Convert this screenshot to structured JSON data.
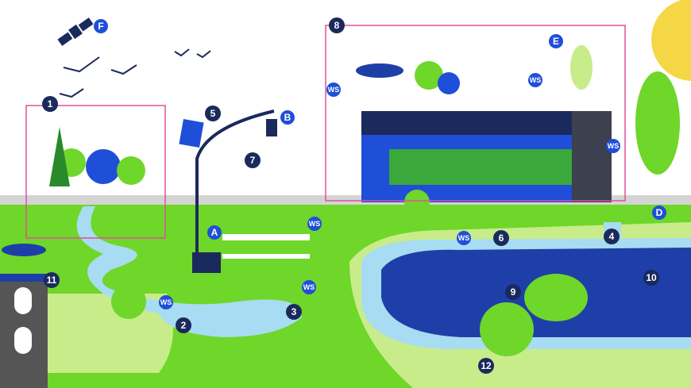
{
  "colors": {
    "navy": "#1b2a5c",
    "blue": "#1f4fd8",
    "grass": "#6fd62a",
    "light_grass": "#c8ec8a",
    "water": "#1e3fa8",
    "light_water": "#a8dcf2",
    "pink_frame": "#e0509a",
    "sun": "#f5d645",
    "gray": "#cfcfcf"
  },
  "numbered_markers": [
    "1",
    "2",
    "3",
    "4",
    "5",
    "6",
    "7",
    "8",
    "9",
    "10",
    "11",
    "12"
  ],
  "letter_markers": [
    "A",
    "B",
    "D",
    "E",
    "F"
  ],
  "ws_label": "WS"
}
